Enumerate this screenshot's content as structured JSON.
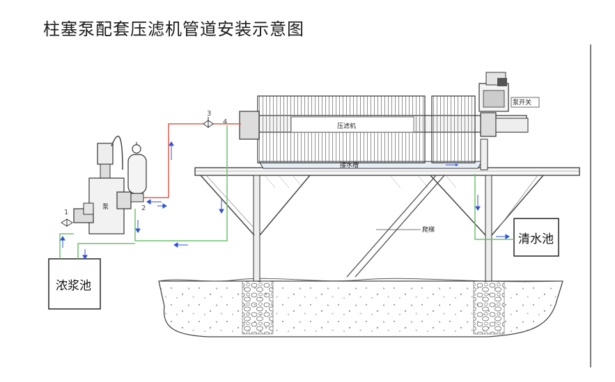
{
  "title": "柱塞泵配套压滤机管道安装示意图",
  "labels": {
    "pump": "泵",
    "filter_press": "压滤机",
    "pump_switch": "泵开关",
    "drain_trough": "接水槽",
    "ladder": "爬梯",
    "clear_water_pool": "清水池",
    "slurry_pool": "浓浆池"
  },
  "valve_numbers": [
    "1",
    "2",
    "3",
    "4"
  ],
  "colors": {
    "feed_pipe": "#e05a4a",
    "return_pipe": "#6cc46a",
    "flow_arrow": "#2b4fd8",
    "outline": "#333333"
  }
}
